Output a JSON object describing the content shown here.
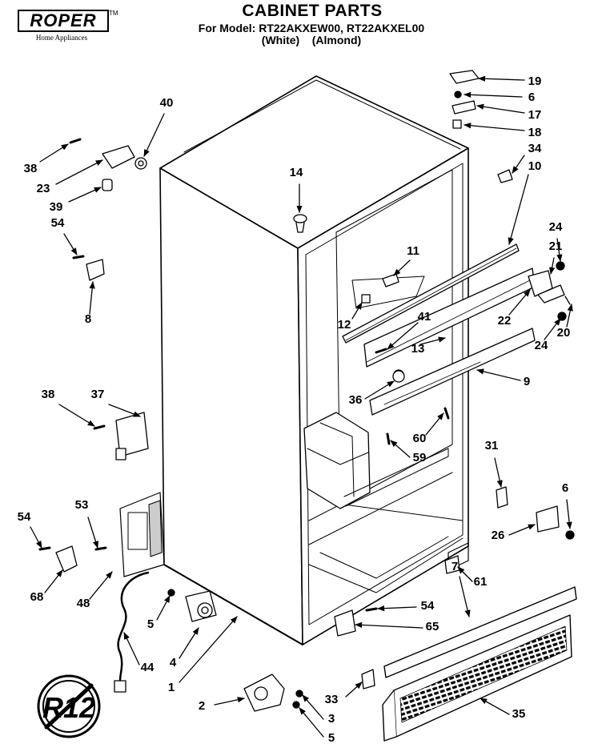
{
  "brand": {
    "name": "ROPER",
    "tm": "TM",
    "tagline": "Home Appliances"
  },
  "header": {
    "title": "CABINET PARTS",
    "model_line": "For Model: RT22AKXEW00, RT22AKXEL00",
    "variants_line": "(White)    (Almond)"
  },
  "badge": {
    "text": "R12"
  },
  "callouts": [
    {
      "id": "c19",
      "label": "19"
    },
    {
      "id": "c6a",
      "label": "6"
    },
    {
      "id": "c17",
      "label": "17"
    },
    {
      "id": "c18",
      "label": "18"
    },
    {
      "id": "c34",
      "label": "34"
    },
    {
      "id": "c10",
      "label": "10"
    },
    {
      "id": "c40",
      "label": "40"
    },
    {
      "id": "c38a",
      "label": "38"
    },
    {
      "id": "c23",
      "label": "23"
    },
    {
      "id": "c39",
      "label": "39"
    },
    {
      "id": "c54a",
      "label": "54"
    },
    {
      "id": "c8",
      "label": "8"
    },
    {
      "id": "c14",
      "label": "14"
    },
    {
      "id": "c11",
      "label": "11"
    },
    {
      "id": "c12",
      "label": "12"
    },
    {
      "id": "c24a",
      "label": "24"
    },
    {
      "id": "c21",
      "label": "21"
    },
    {
      "id": "c22",
      "label": "22"
    },
    {
      "id": "c41",
      "label": "41"
    },
    {
      "id": "c13",
      "label": "13"
    },
    {
      "id": "c24b",
      "label": "24"
    },
    {
      "id": "c20",
      "label": "20"
    },
    {
      "id": "c9",
      "label": "9"
    },
    {
      "id": "c38b",
      "label": "38"
    },
    {
      "id": "c37",
      "label": "37"
    },
    {
      "id": "c36",
      "label": "36"
    },
    {
      "id": "c60",
      "label": "60"
    },
    {
      "id": "c59",
      "label": "59"
    },
    {
      "id": "c31",
      "label": "31"
    },
    {
      "id": "c6b",
      "label": "6"
    },
    {
      "id": "c26",
      "label": "26"
    },
    {
      "id": "c54b",
      "label": "54"
    },
    {
      "id": "c53",
      "label": "53"
    },
    {
      "id": "c68",
      "label": "68"
    },
    {
      "id": "c48",
      "label": "48"
    },
    {
      "id": "c61",
      "label": "61"
    },
    {
      "id": "c7",
      "label": "7"
    },
    {
      "id": "c54c",
      "label": "54"
    },
    {
      "id": "c65",
      "label": "65"
    },
    {
      "id": "c5a",
      "label": "5"
    },
    {
      "id": "c4",
      "label": "4"
    },
    {
      "id": "c44",
      "label": "44"
    },
    {
      "id": "c1",
      "label": "1"
    },
    {
      "id": "c2",
      "label": "2"
    },
    {
      "id": "c33",
      "label": "33"
    },
    {
      "id": "c3",
      "label": "3"
    },
    {
      "id": "c5b",
      "label": "5"
    },
    {
      "id": "c35",
      "label": "35"
    }
  ]
}
